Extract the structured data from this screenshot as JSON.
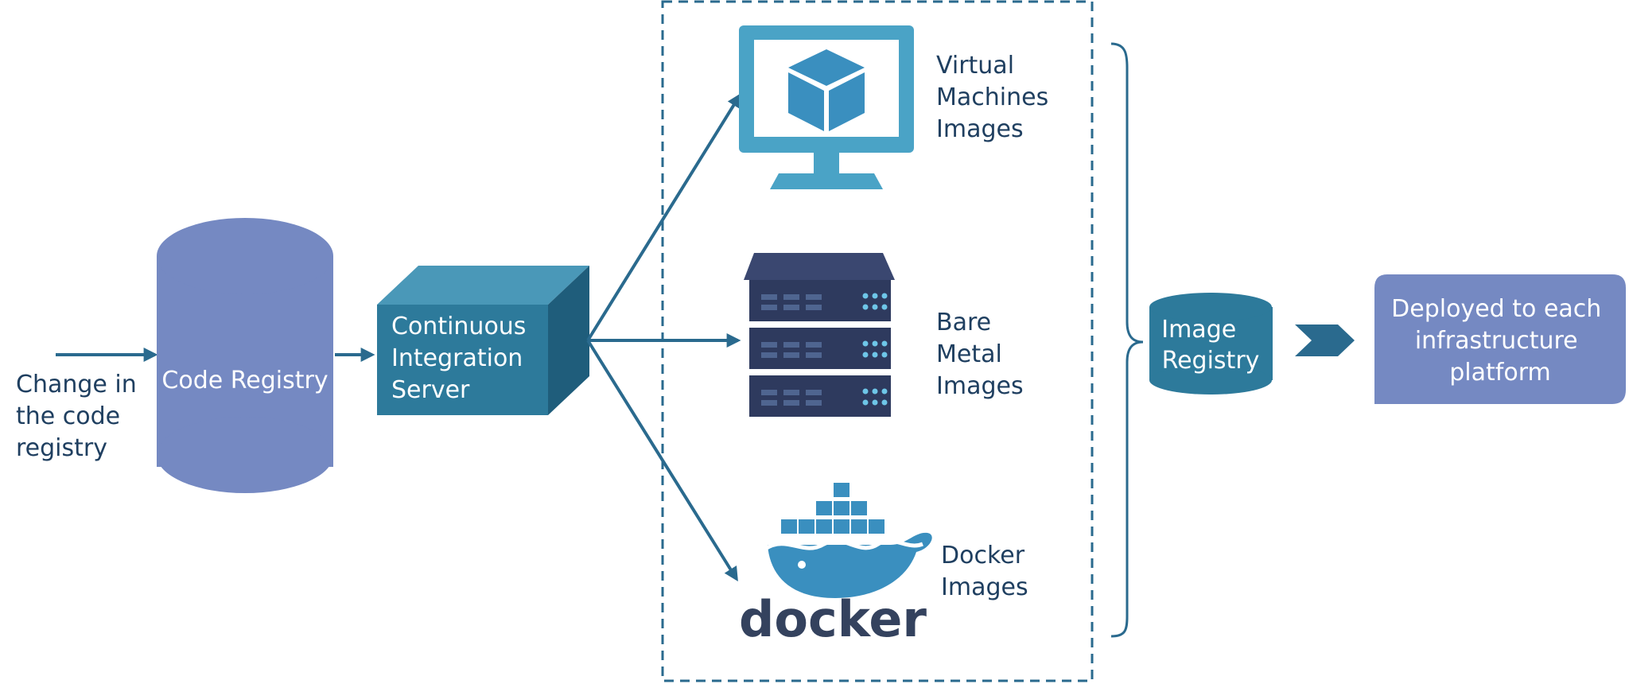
{
  "colors": {
    "arrow": "#2a6a8e",
    "cylinder": "#7589c2",
    "ci_box_front": "#2d7a9b",
    "ci_box_top": "#4a98b8",
    "ci_box_side": "#1f5d7b",
    "dashed_border": "#2a6a8e",
    "monitor": "#4aa3c6",
    "server": "#2e3a5e",
    "docker_blue": "#3a8fbf",
    "docker_text": "#34425e",
    "image_registry": "#2d7a9b",
    "deploy_box": "#7589c2",
    "chevron": "#2a6a8e",
    "text_dark": "#1f3f60",
    "text_light": "#ffffff"
  },
  "source_label": [
    "Change in",
    "the code",
    "registry"
  ],
  "code_registry": {
    "label": "Code Registry"
  },
  "ci_server": {
    "label": [
      "Continuous",
      "Integration",
      "Server"
    ]
  },
  "outputs": {
    "vm": {
      "label": [
        "Virtual",
        "Machines",
        "Images"
      ],
      "icon": "monitor-cube-icon"
    },
    "bare_metal": {
      "label": [
        "Bare",
        "Metal",
        "Images"
      ],
      "icon": "server-rack-icon"
    },
    "docker": {
      "label": [
        "Docker",
        "Images"
      ],
      "icon": "docker-whale-icon",
      "logo_text": "docker"
    }
  },
  "image_registry": {
    "label": [
      "Image",
      "Registry"
    ]
  },
  "deploy": {
    "label": [
      "Deployed to each",
      "infrastructure",
      "platform"
    ]
  }
}
